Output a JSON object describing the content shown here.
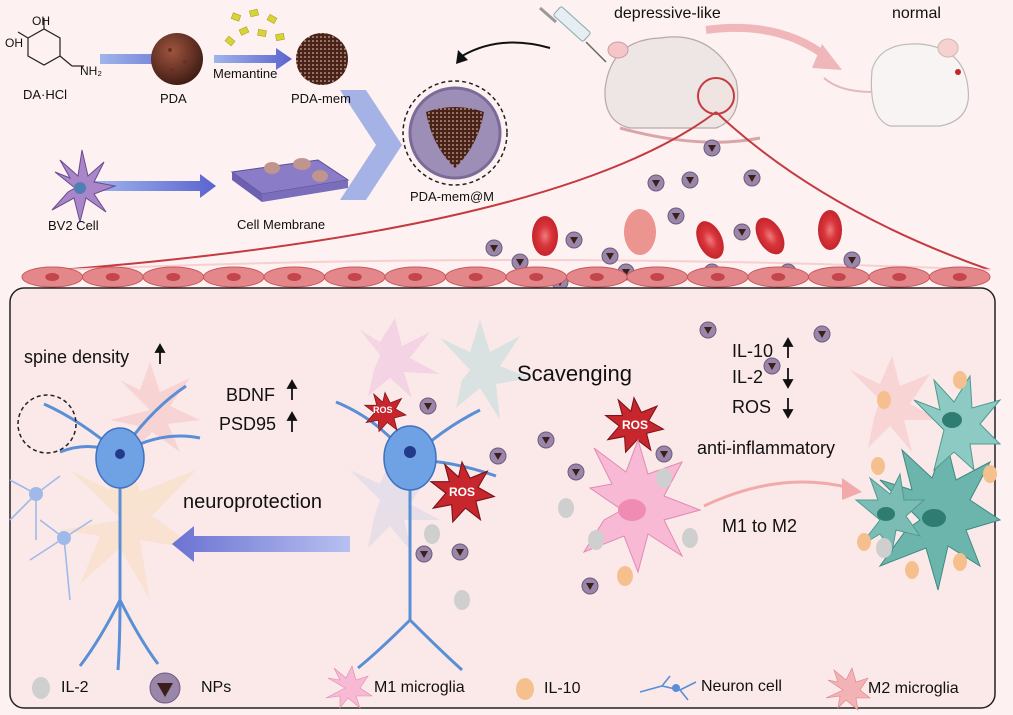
{
  "synthesis": {
    "da_hcl": "DA·HCl",
    "pda": "PDA",
    "memantine": "Memantine",
    "pda_mem": "PDA-mem",
    "bv2": "BV2 Cell",
    "membrane": "Cell Membrane",
    "nanoparticle": "PDA-mem@M",
    "oh": "OH",
    "nh2": "NH₂"
  },
  "mice": {
    "depressive": "depressive-like",
    "normal": "normal"
  },
  "panel": {
    "spine": "spine density",
    "bdnf": "BDNF",
    "psd95": "PSD95",
    "neuroprotection": "neuroprotection",
    "scavenging": "Scavenging",
    "il10": "IL-10",
    "il2": "IL-2",
    "ros": "ROS",
    "anti": "anti-inflammatory",
    "m1m2": "M1  to M2",
    "ros_badge": "ROS"
  },
  "legend": {
    "il2": "IL-2",
    "nps": "NPs",
    "m1": "M1 microglia",
    "il10": "IL-10",
    "neuron": "Neuron cell",
    "m2": "M2 microglia"
  },
  "colors": {
    "background": "#fdf1f1",
    "panel_border": "#222222",
    "arrow_blue": "#6b76d8",
    "endothelium": "#e4878a",
    "rbc": "#d9363c",
    "neuron": "#5a8fd6",
    "microglia_m1": "#f4a6c9",
    "microglia_m2": "#4fa39a",
    "il10": "#f6c08e",
    "il2": "#c9c9c9",
    "ros": "#d0343a"
  }
}
